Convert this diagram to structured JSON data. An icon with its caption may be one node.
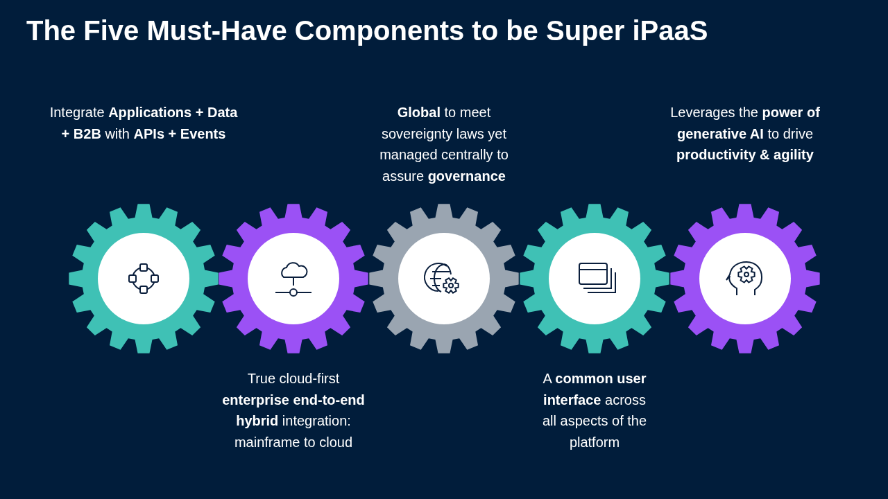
{
  "diagram": {
    "title": "The Five Must-Have Components to be Super iPaaS",
    "nodes": [
      {
        "text": [
          "Integrate **Applications + Data + B2B** with **APIs + Events**"
        ]
      },
      {
        "text": [
          "True cloud-first **enterprise end-to-end hybrid** integration: mainframe to cloud"
        ]
      },
      {
        "text": [
          "**Global** to meet sovereignty laws yet managed centrally to assure **governance**"
        ]
      },
      {
        "text": [
          "A **common user interface** across all aspects of the platform"
        ]
      },
      {
        "text": [
          "Leverages the **power of generative AI** to drive **productivity & agility**"
        ]
      }
    ]
  }
}
